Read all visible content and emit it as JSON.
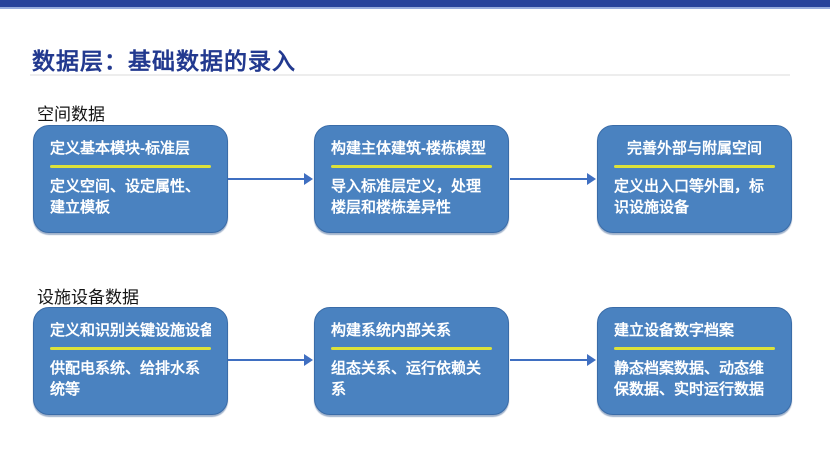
{
  "slide": {
    "title": "数据层：基础数据的录入"
  },
  "colors": {
    "topbar": "#27429b",
    "topbar_accent": "#96abdd",
    "title_text": "#22398f",
    "box_fill": "#4a82c0",
    "box_border": "#3a6ca8",
    "box_divider": "#dce23a",
    "arrow": "#3f6fc1"
  },
  "icons": {
    "arrow_right": "flow arrow pointing right"
  },
  "sections": [
    {
      "label": "空间数据",
      "boxes": [
        {
          "title": "定义基本模块-标准层",
          "body": "定义空间、设定属性、建立模板"
        },
        {
          "title": "构建主体建筑-楼栋模型",
          "body": "导入标准层定义，处理楼层和楼栋差异性"
        },
        {
          "title": "完善外部与附属空间",
          "body": "定义出入口等外围，标识设施设备"
        }
      ]
    },
    {
      "label": "设施设备数据",
      "boxes": [
        {
          "title": "定义和识别关键设施设备",
          "body": "供配电系统、给排水系统等"
        },
        {
          "title": "构建系统内部关系",
          "body": "组态关系、运行依赖关系"
        },
        {
          "title": "建立设备数字档案",
          "body": "静态档案数据、动态维保数据、实时运行数据"
        }
      ]
    }
  ]
}
